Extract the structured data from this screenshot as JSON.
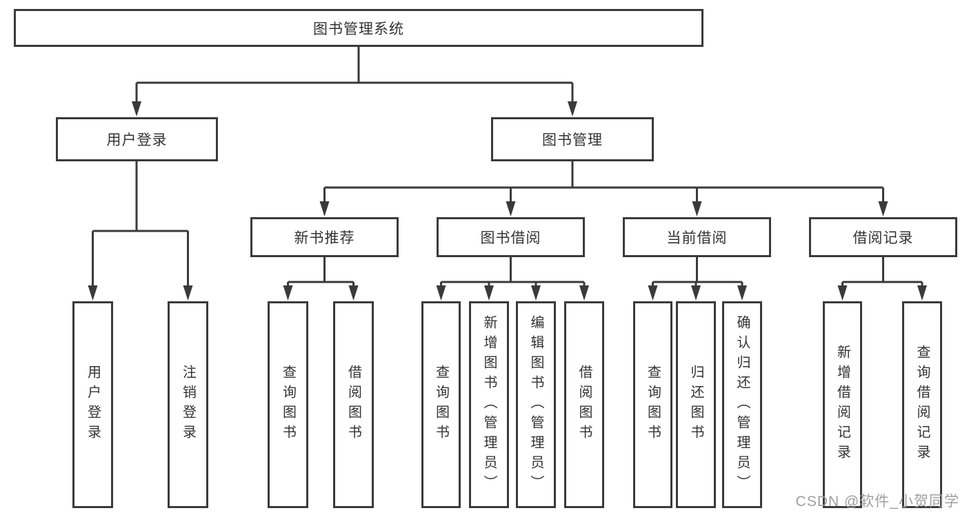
{
  "diagram": {
    "root": "图书管理系统",
    "level2": {
      "user_login": "用户登录",
      "book_management": "图书管理"
    },
    "level3": {
      "new_books": "新书推荐",
      "book_borrowing": "图书借阅",
      "current_borrowing": "当前借阅",
      "borrowing_records": "借阅记录"
    },
    "leaves": {
      "user_login": [
        "用户登录",
        "注销登录"
      ],
      "new_books": [
        "查询图书",
        "借阅图书"
      ],
      "book_borrowing": [
        "查询图书",
        "新增图书（管理员）",
        "编辑图书（管理员）",
        "借阅图书"
      ],
      "current_borrowing": [
        "查询图书",
        "归还图书",
        "确认归还（管理员）"
      ],
      "borrowing_records": [
        "新增借阅记录",
        "查询借阅记录"
      ]
    }
  },
  "watermark": "CSDN @软件_小贺同学",
  "colors": {
    "line": "#3a3a3a",
    "text": "#333333",
    "box_fill": "#ffffff",
    "watermark": "#9f9f9f",
    "background": "#ffffff"
  }
}
